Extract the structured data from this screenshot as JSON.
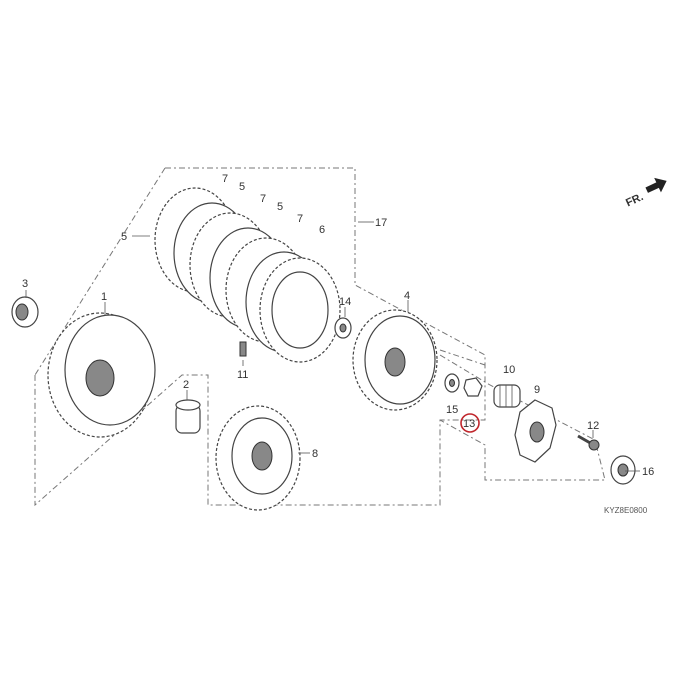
{
  "diagram": {
    "labels": {
      "p1": "1",
      "p2": "2",
      "p3": "3",
      "p4": "4",
      "p5a": "5",
      "p5b": "5",
      "p5c": "5",
      "p6": "6",
      "p7a": "7",
      "p7b": "7",
      "p7c": "7",
      "p8": "8",
      "p9": "9",
      "p10": "10",
      "p11": "11",
      "p12": "12",
      "p13": "13",
      "p14": "14",
      "p15": "15",
      "p16": "16",
      "p17": "17"
    },
    "front_indicator": "FR.",
    "diagram_code": "KYZ8E0800",
    "highlight_color": "#c0262c"
  }
}
